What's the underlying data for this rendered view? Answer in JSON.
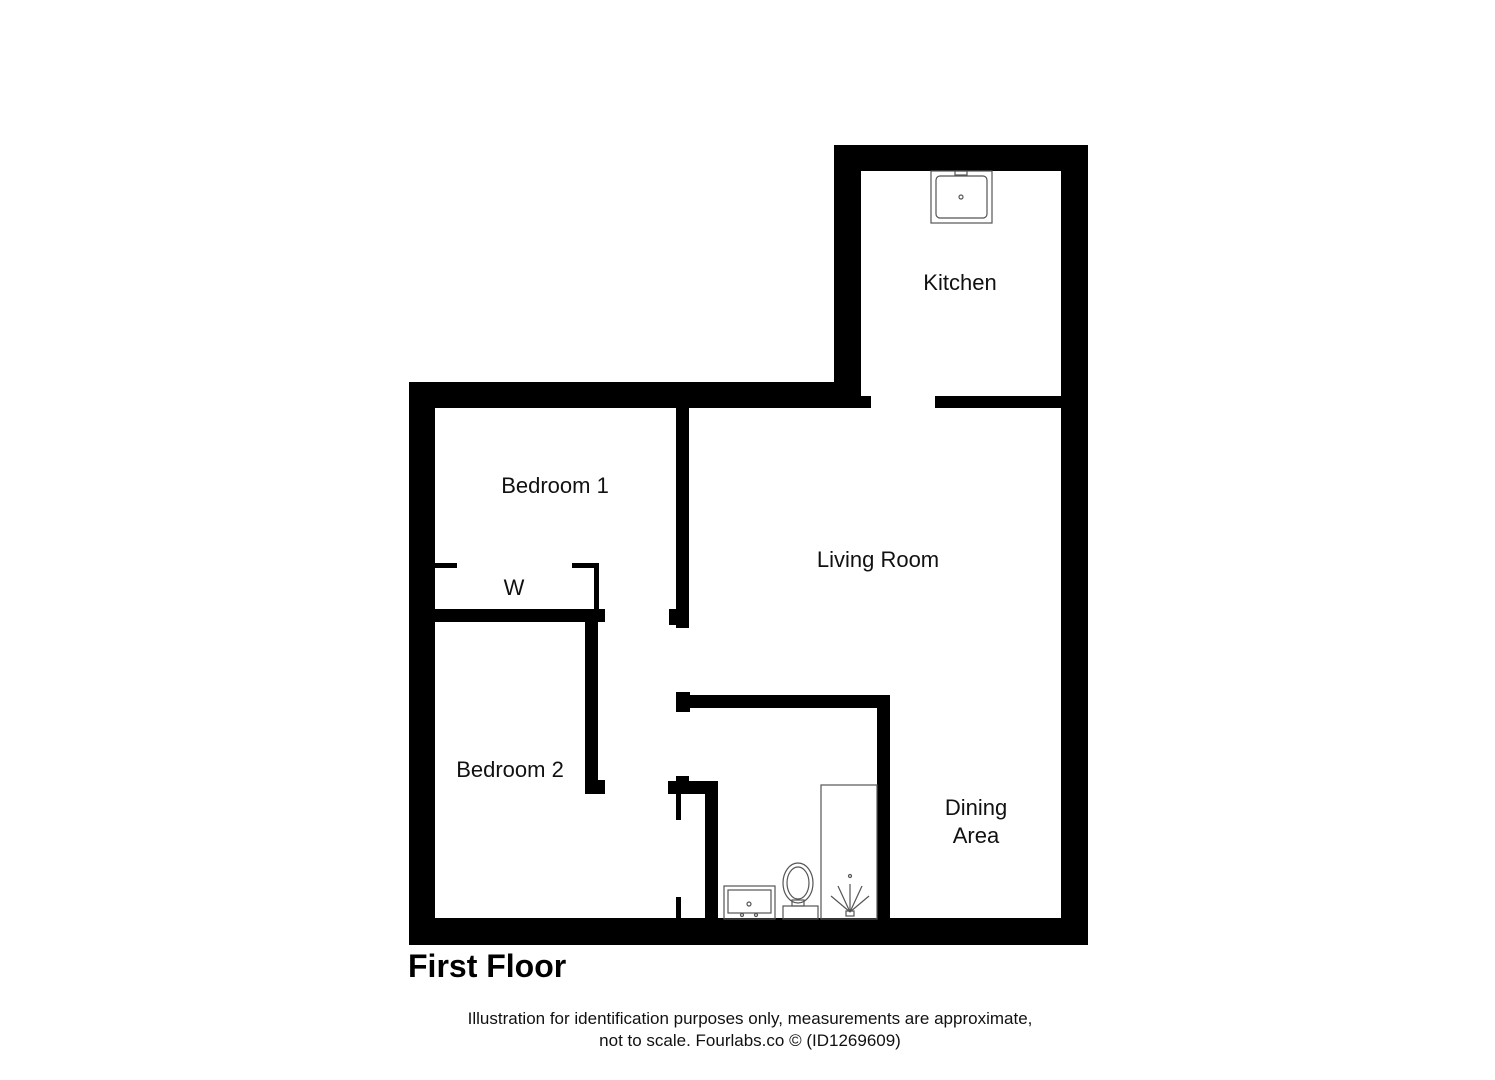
{
  "floor": {
    "title": "First Floor",
    "rooms": [
      {
        "name": "Kitchen",
        "label": "Kitchen"
      },
      {
        "name": "Bedroom 1",
        "label": "Bedroom 1"
      },
      {
        "name": "Wardrobe",
        "label": "W"
      },
      {
        "name": "Living Room",
        "label": "Living Room"
      },
      {
        "name": "Bedroom 2",
        "label": "Bedroom 2"
      },
      {
        "name": "Dining Area",
        "label_line1": "Dining",
        "label_line2": "Area"
      }
    ],
    "fixtures": [
      "kitchen-sink",
      "bathroom-basin",
      "toilet",
      "shower"
    ]
  },
  "footer": {
    "line1": "Illustration for identification purposes only, measurements are approximate,",
    "line2": "not to scale. Fourlabs.co © (ID1269609)"
  },
  "colors": {
    "wall": "#000000",
    "background": "#ffffff",
    "fixture_stroke": "#555555"
  }
}
